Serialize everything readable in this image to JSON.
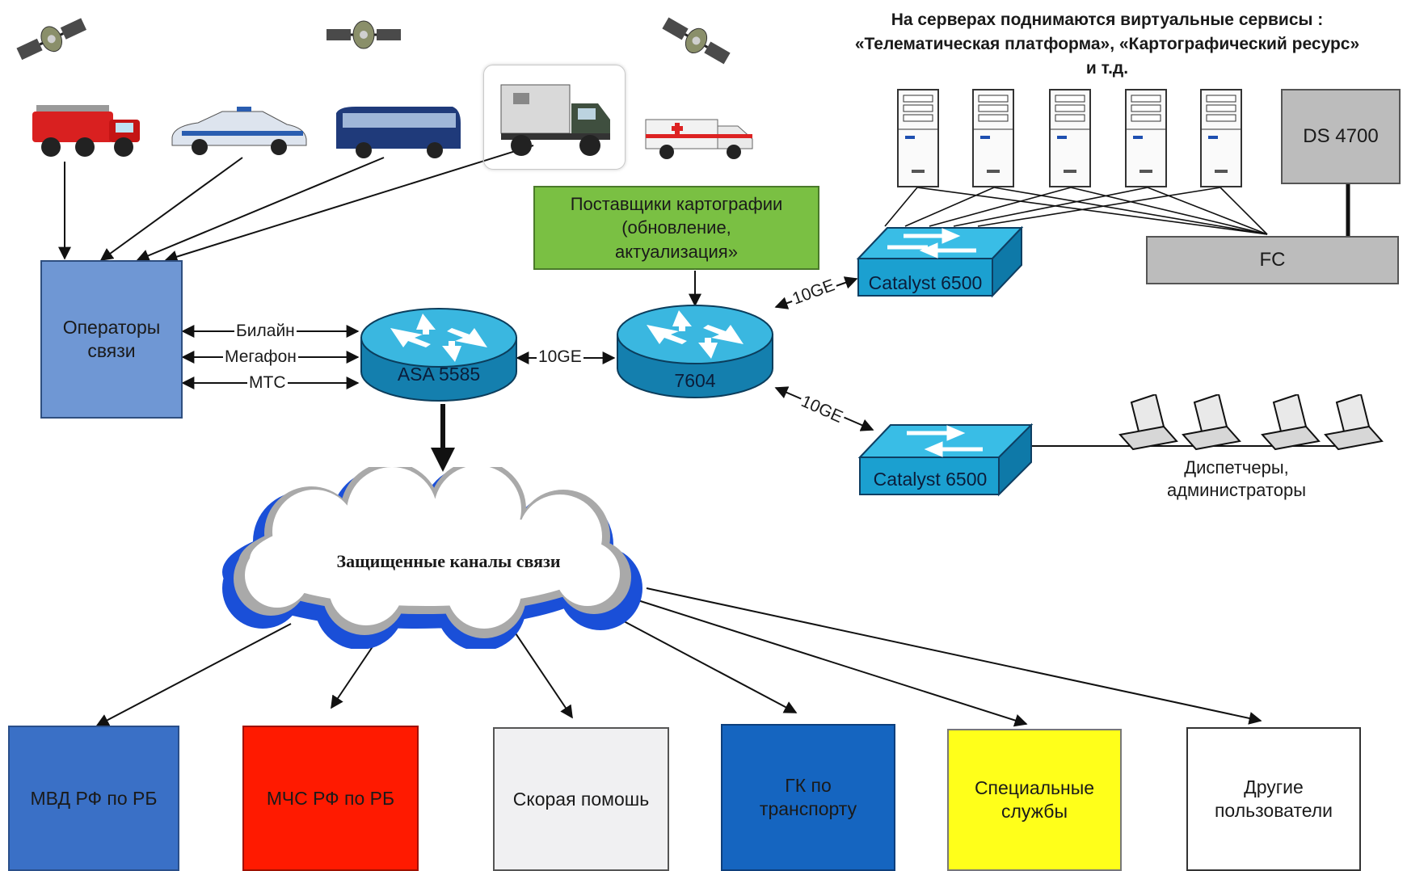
{
  "colors": {
    "operators": "#6f97d4",
    "mvd": "#3a70c6",
    "mchs": "#ff1a00",
    "ambulance": "#f0f0f2",
    "gk": "#1565c0",
    "special": "#ffff1a",
    "other": "#ffffff",
    "cartography": "#7ac043",
    "storage": "#bcbcbc",
    "device": "#3ab7e0"
  },
  "header_note": {
    "line1": "На серверах поднимаются виртуальные сервисы :",
    "line2": "«Телематическая платформа», «Картографический ресурс»",
    "line3": "и т.д."
  },
  "operators": {
    "line1": "Операторы",
    "line2": "связи"
  },
  "carriers": [
    "Билайн",
    "Мегафон",
    "МТС"
  ],
  "cartography": {
    "line1": "Поставщики картографии",
    "line2": "(обновление,",
    "line3": "актуализация»"
  },
  "asa": {
    "label": "ASA 5585"
  },
  "router": {
    "label": "7604"
  },
  "link_asa_router": "10GE",
  "link_router_sw1": "10GE",
  "link_router_sw2": "10GE",
  "switch_top": {
    "label": "Catalyst 6500"
  },
  "switch_bottom": {
    "label": "Catalyst 6500"
  },
  "storage": {
    "ds": "DS 4700",
    "fc": "FC"
  },
  "dispatchers": {
    "line1": "Диспетчеры,",
    "line2": "администраторы"
  },
  "cloud": {
    "label": "Защищенные каналы связи"
  },
  "vehicles": [
    "fire-truck",
    "police-car",
    "bus",
    "service-truck",
    "ambulance"
  ],
  "receivers": [
    {
      "line1": "МВД РФ по РБ",
      "line2": ""
    },
    {
      "line1": "МЧС РФ по РБ",
      "line2": ""
    },
    {
      "line1": "Скорая помошь",
      "line2": ""
    },
    {
      "line1": "ГК по",
      "line2": "транспорту"
    },
    {
      "line1": "Специальные",
      "line2": "службы"
    },
    {
      "line1": "Другие",
      "line2": "пользователи"
    }
  ]
}
